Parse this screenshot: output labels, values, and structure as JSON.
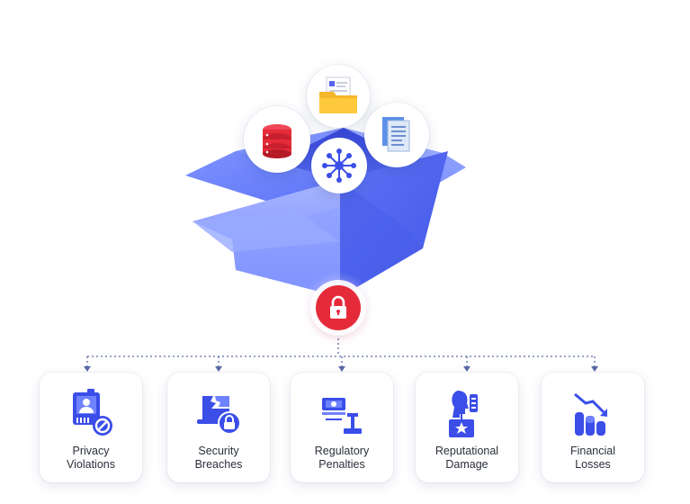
{
  "colors": {
    "accent_blue": "#3b4ee8",
    "lock_red": "#e52b3a",
    "box_light": "#8fa2ff",
    "box_dark": "#4f63f0",
    "connector": "#5a6aa8"
  },
  "hub": {
    "icon": "lock-icon"
  },
  "box_items": [
    {
      "icon": "database-icon"
    },
    {
      "icon": "folder-icon"
    },
    {
      "icon": "document-icon"
    },
    {
      "icon": "network-hub-icon"
    }
  ],
  "risks": [
    {
      "icon": "id-badge-blocked-icon",
      "line1": "Privacy",
      "line2": "Violations"
    },
    {
      "icon": "laptop-lock-icon",
      "line1": "Security",
      "line2": "Breaches"
    },
    {
      "icon": "money-gavel-icon",
      "line1": "Regulatory",
      "line2": "Penalties"
    },
    {
      "icon": "person-badge-icon",
      "line1": "Reputational",
      "line2": "Damage"
    },
    {
      "icon": "declining-chart-icon",
      "line1": "Financial",
      "line2": "Losses"
    }
  ]
}
